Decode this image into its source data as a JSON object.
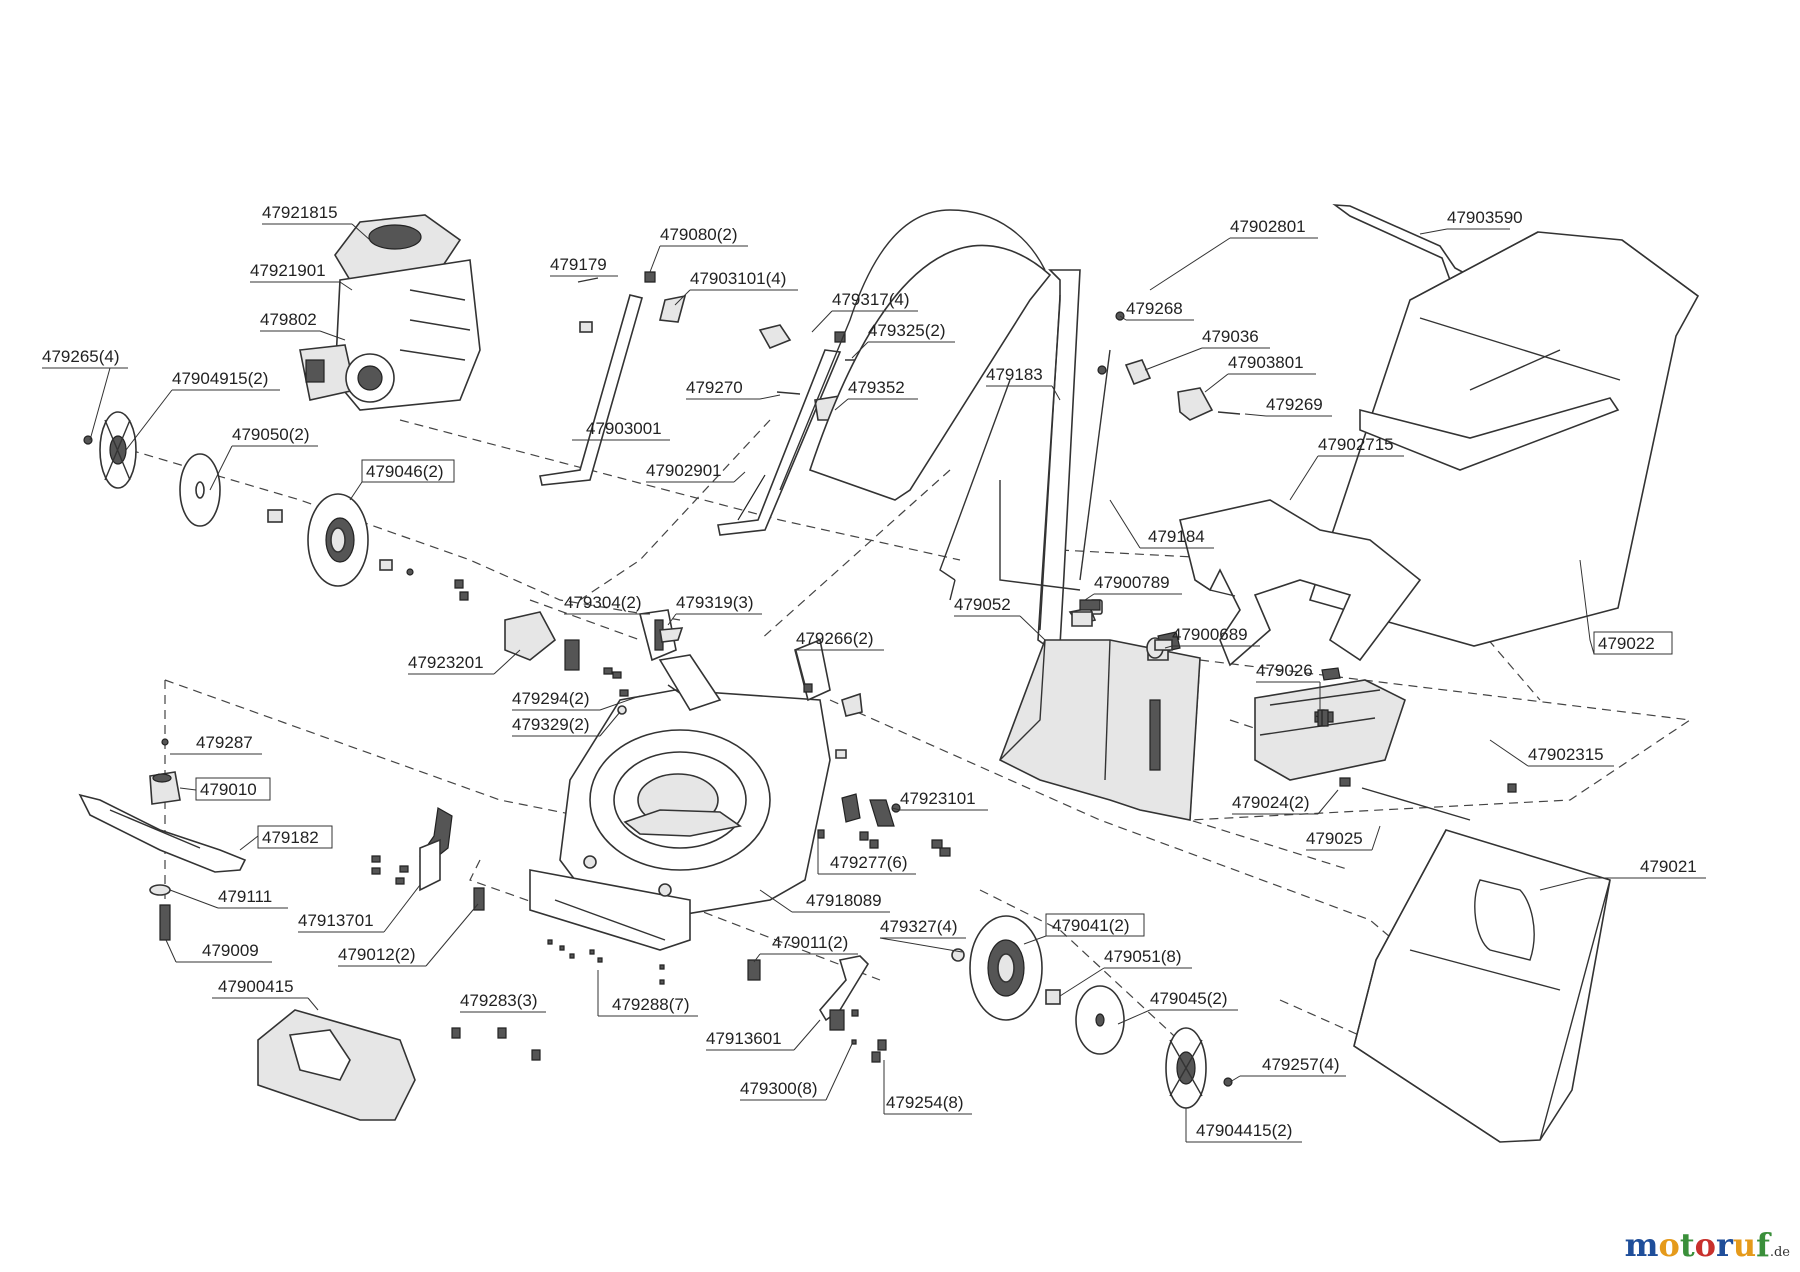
{
  "labels": [
    {
      "id": "479265_4",
      "text": "479265(4)"
    },
    {
      "id": "47904915_2",
      "text": "47904915(2)"
    },
    {
      "id": "479050_2",
      "text": "479050(2)"
    },
    {
      "id": "479046_2",
      "text": "479046(2)"
    },
    {
      "id": "47921815",
      "text": "47921815"
    },
    {
      "id": "47921901",
      "text": "47921901"
    },
    {
      "id": "479802",
      "text": "479802"
    },
    {
      "id": "479179",
      "text": "479179"
    },
    {
      "id": "479080_2",
      "text": "479080(2)"
    },
    {
      "id": "47903101_4",
      "text": "47903101(4)"
    },
    {
      "id": "479317_4",
      "text": "479317(4)"
    },
    {
      "id": "479325_2",
      "text": "479325(2)"
    },
    {
      "id": "479270",
      "text": "479270"
    },
    {
      "id": "479352",
      "text": "479352"
    },
    {
      "id": "47903001",
      "text": "47903001"
    },
    {
      "id": "47902901",
      "text": "47902901"
    },
    {
      "id": "47902801",
      "text": "47902801"
    },
    {
      "id": "47903590",
      "text": "47903590"
    },
    {
      "id": "479268",
      "text": "479268"
    },
    {
      "id": "479036",
      "text": "479036"
    },
    {
      "id": "47903801",
      "text": "47903801"
    },
    {
      "id": "479269",
      "text": "479269"
    },
    {
      "id": "479183",
      "text": "479183"
    },
    {
      "id": "479184",
      "text": "479184"
    },
    {
      "id": "47902715",
      "text": "47902715"
    },
    {
      "id": "47900789",
      "text": "47900789"
    },
    {
      "id": "479052",
      "text": "479052"
    },
    {
      "id": "47900689",
      "text": "47900689"
    },
    {
      "id": "479022",
      "text": "479022"
    },
    {
      "id": "479026",
      "text": "479026"
    },
    {
      "id": "47902315",
      "text": "47902315"
    },
    {
      "id": "479304_2",
      "text": "479304(2)"
    },
    {
      "id": "479319_3",
      "text": "479319(3)"
    },
    {
      "id": "47923201",
      "text": "47923201"
    },
    {
      "id": "479266_2",
      "text": "479266(2)"
    },
    {
      "id": "479294_2",
      "text": "479294(2)"
    },
    {
      "id": "479329_2",
      "text": "479329(2)"
    },
    {
      "id": "479287",
      "text": "479287"
    },
    {
      "id": "479010",
      "text": "479010"
    },
    {
      "id": "479182",
      "text": "479182"
    },
    {
      "id": "479111",
      "text": "479111"
    },
    {
      "id": "479009",
      "text": "479009"
    },
    {
      "id": "47913701",
      "text": "47913701"
    },
    {
      "id": "479012_2",
      "text": "479012(2)"
    },
    {
      "id": "47923101",
      "text": "47923101"
    },
    {
      "id": "479277_6",
      "text": "479277(6)"
    },
    {
      "id": "47918089",
      "text": "47918089"
    },
    {
      "id": "479024_2",
      "text": "479024(2)"
    },
    {
      "id": "479025",
      "text": "479025"
    },
    {
      "id": "479021",
      "text": "479021"
    },
    {
      "id": "479327_4",
      "text": "479327(4)"
    },
    {
      "id": "479041_2",
      "text": "479041(2)"
    },
    {
      "id": "479011_2",
      "text": "479011(2)"
    },
    {
      "id": "479051_8",
      "text": "479051(8)"
    },
    {
      "id": "479045_2",
      "text": "479045(2)"
    },
    {
      "id": "47900415",
      "text": "47900415"
    },
    {
      "id": "479283_3",
      "text": "479283(3)"
    },
    {
      "id": "479288_7",
      "text": "479288(7)"
    },
    {
      "id": "47913601",
      "text": "47913601"
    },
    {
      "id": "479300_8",
      "text": "479300(8)"
    },
    {
      "id": "479254_8",
      "text": "479254(8)"
    },
    {
      "id": "479257_4",
      "text": "479257(4)"
    },
    {
      "id": "47904415_2",
      "text": "47904415(2)"
    }
  ],
  "logo": {
    "letters": [
      "m",
      "o",
      "t",
      "o",
      "r",
      "u",
      "f"
    ],
    "colors": [
      "#1f4e9a",
      "#e59a1b",
      "#3a8f3a",
      "#c8302c",
      "#1f4e9a",
      "#e59a1b",
      "#3a8f3a"
    ],
    "suffix": ".de"
  }
}
